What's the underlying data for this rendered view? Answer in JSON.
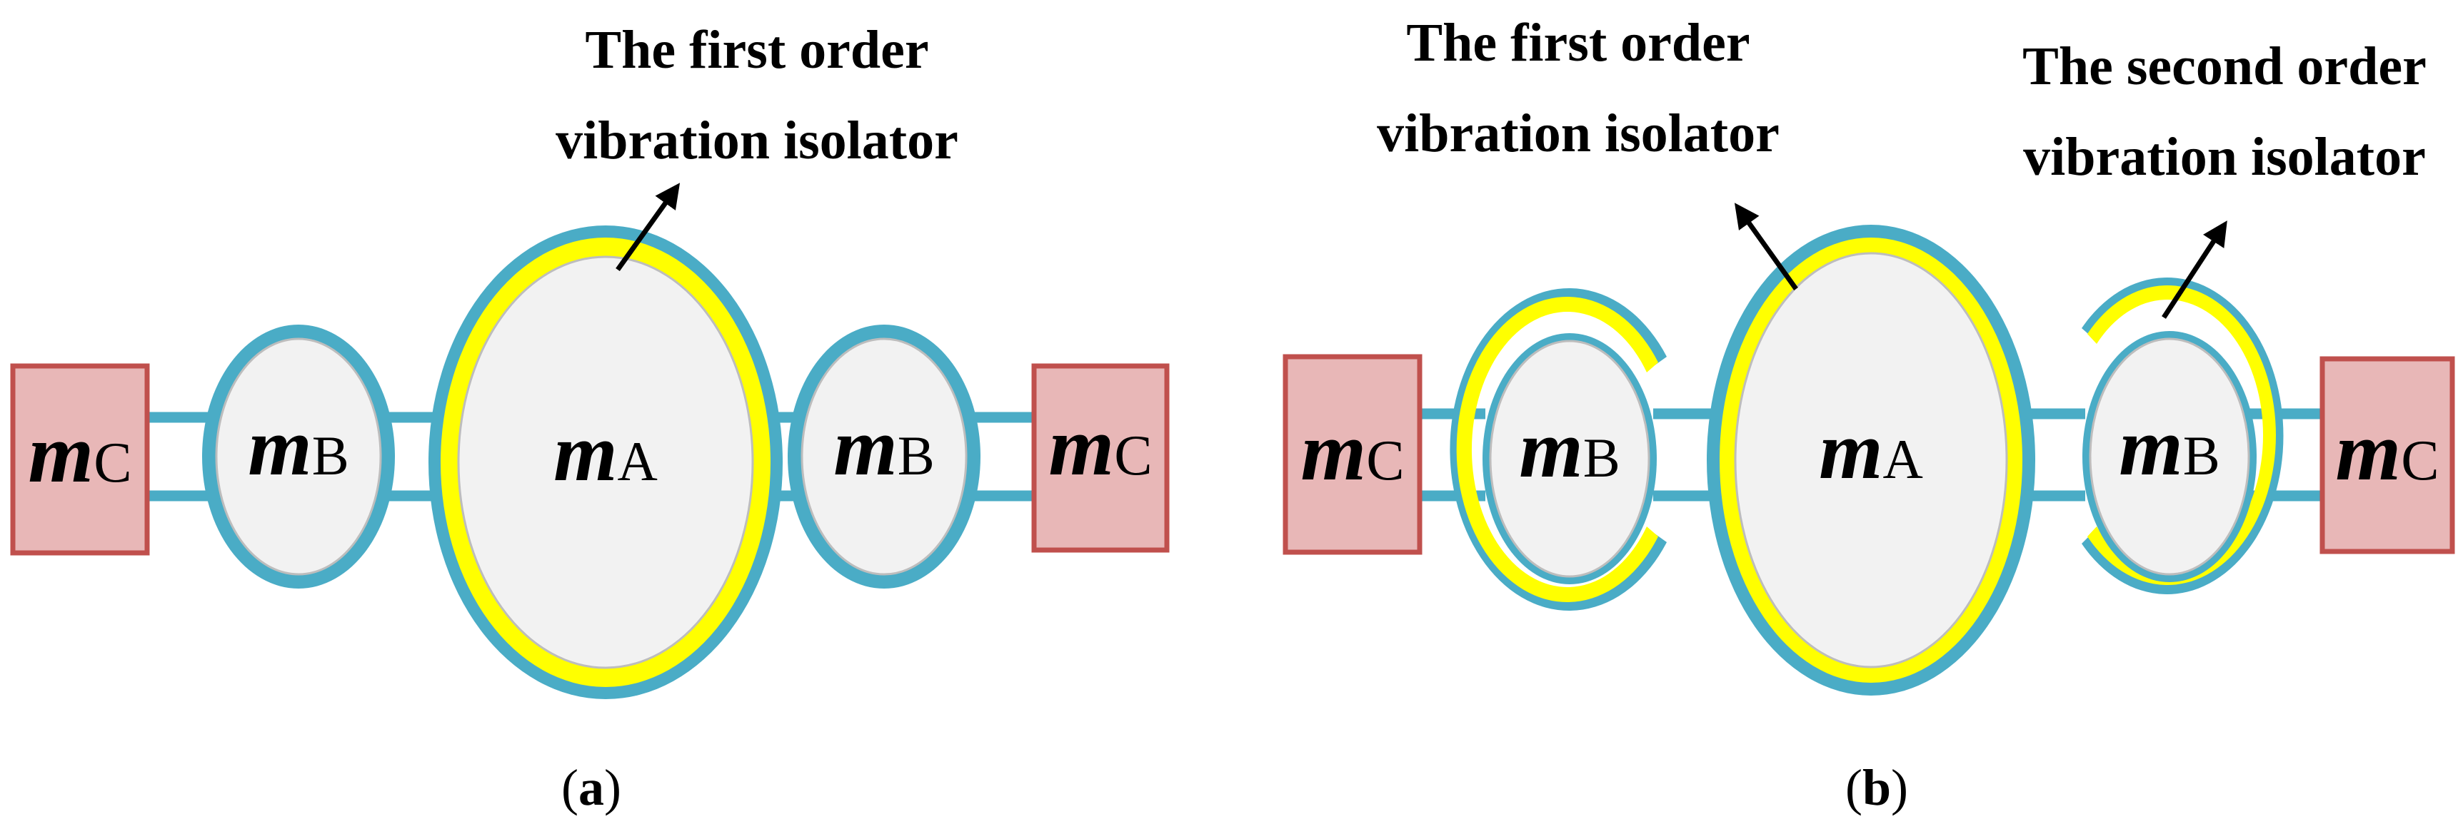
{
  "mass_symbol": "m",
  "subscripts": {
    "A": "A",
    "B": "B",
    "C": "C"
  },
  "panel_a": {
    "annotation_line1": "The first order",
    "annotation_line2": "vibration isolator",
    "caption_open": "(",
    "caption_letter": "a",
    "caption_close": ")"
  },
  "panel_b": {
    "annotation1_line1": "The first order",
    "annotation1_line2": "vibration isolator",
    "annotation2_line1": "The second order",
    "annotation2_line2": "vibration isolator",
    "caption_open": "(",
    "caption_letter": "b",
    "caption_close": ")"
  },
  "colors": {
    "mass_fill": "#f2f2f2",
    "mass_rim": "#bdbdbd",
    "connector_blue": "#4aacc6",
    "isolator_yellow": "#ffff00",
    "end_mass_fill": "#e8b7b7",
    "end_mass_border": "#c0504d"
  }
}
